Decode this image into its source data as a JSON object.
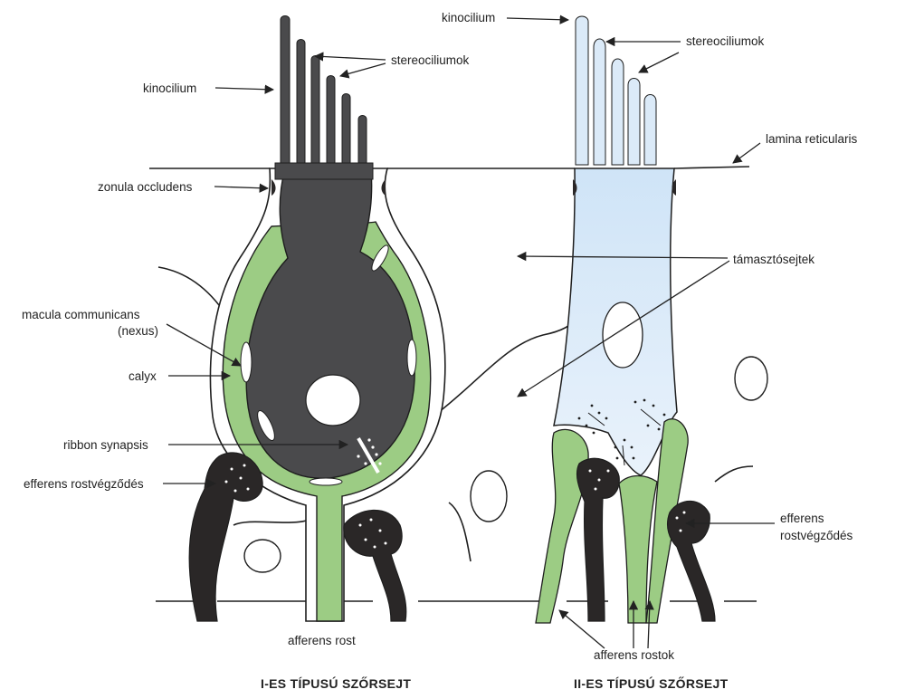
{
  "colors": {
    "hair_cell_type1": "#4a4a4c",
    "hair_cell_type2": "#dbeaf8",
    "calyx_and_afferent": "#9ccc84",
    "efferent": "#2a2727",
    "outline": "#1e1e1e"
  },
  "labels": {
    "left": {
      "kinocilium": "kinocilium",
      "stereociliumok": "stereociliumok",
      "zonula_occludens": "zonula occludens",
      "macula_communicans": "macula communicans",
      "nexus": "(nexus)",
      "calyx": "calyx",
      "ribbon_synapsis": "ribbon synapsis",
      "efferens_rostvegzodes": "efferens rostvégződés",
      "afferens_rost": "afferens rost"
    },
    "right": {
      "kinocilium": "kinocilium",
      "stereociliumok": "stereociliumok",
      "lamina_reticularis": "lamina reticularis",
      "tamasztosejtek": "támasztósejtek",
      "efferens_rostvegzodes_line1": "efferens",
      "efferens_rostvegzodes_line2": "rostvégződés",
      "afferens_rostok": "afferens rostok"
    }
  },
  "captions": {
    "type1": "I-ES TÍPUSÚ SZŐRSEJT",
    "type2": "II-ES TÍPUSÚ SZŐRSEJT"
  }
}
